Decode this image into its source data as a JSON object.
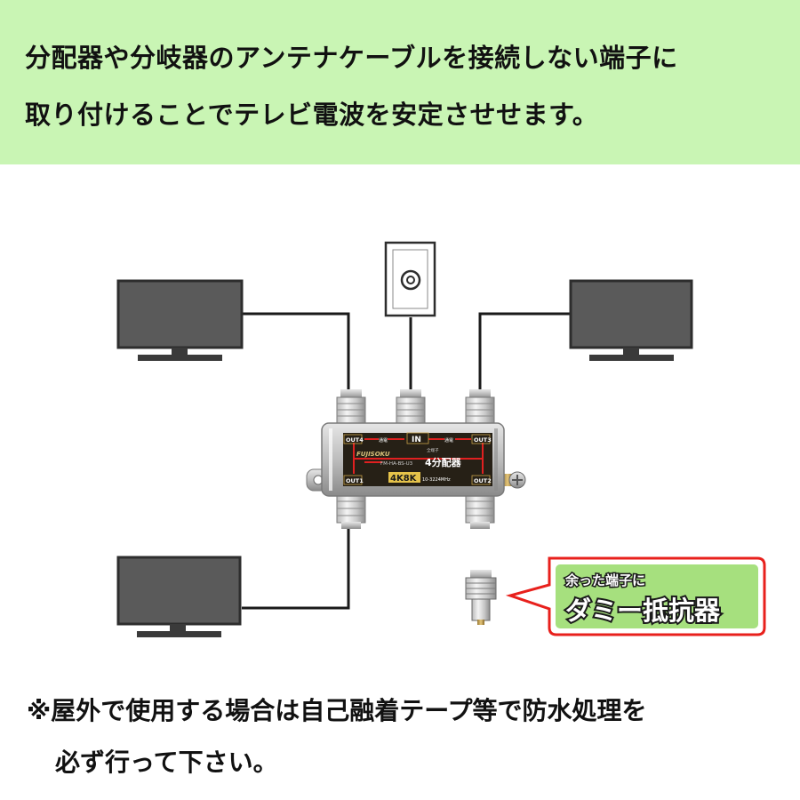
{
  "header": {
    "line1": "分配器や分岐器のアンテナケーブルを接続しない端子に",
    "line2": "取り付けることでテレビ電波を安定させせます。"
  },
  "splitter": {
    "brand": "FUJISOKU",
    "model": "FM-HA-BS-U3",
    "title": "4分配器",
    "badge": "4K8K",
    "freq": "10-3224MHz",
    "port_in": "IN",
    "port_out1": "OUT1",
    "port_out2": "OUT2",
    "port_out3": "OUT3",
    "port_out4": "OUT4",
    "pass_left": "通電",
    "pass_right": "通電",
    "sub_label": "全端子"
  },
  "callout": {
    "line1": "余った端子に",
    "line2": "ダミー抵抗器"
  },
  "note": {
    "line1": "※屋外で使用する場合は自己融着テープ等で防水処理を",
    "line2": "必ず行って下さい。"
  },
  "colors": {
    "banner_bg": "#c9f5b4",
    "callout_border": "#e8201c",
    "callout_bg": "#a6e07e",
    "tv_screen": "#5a5a5a",
    "splitter_label_bg": "#262016",
    "splitter_red_line": "#e02020"
  }
}
